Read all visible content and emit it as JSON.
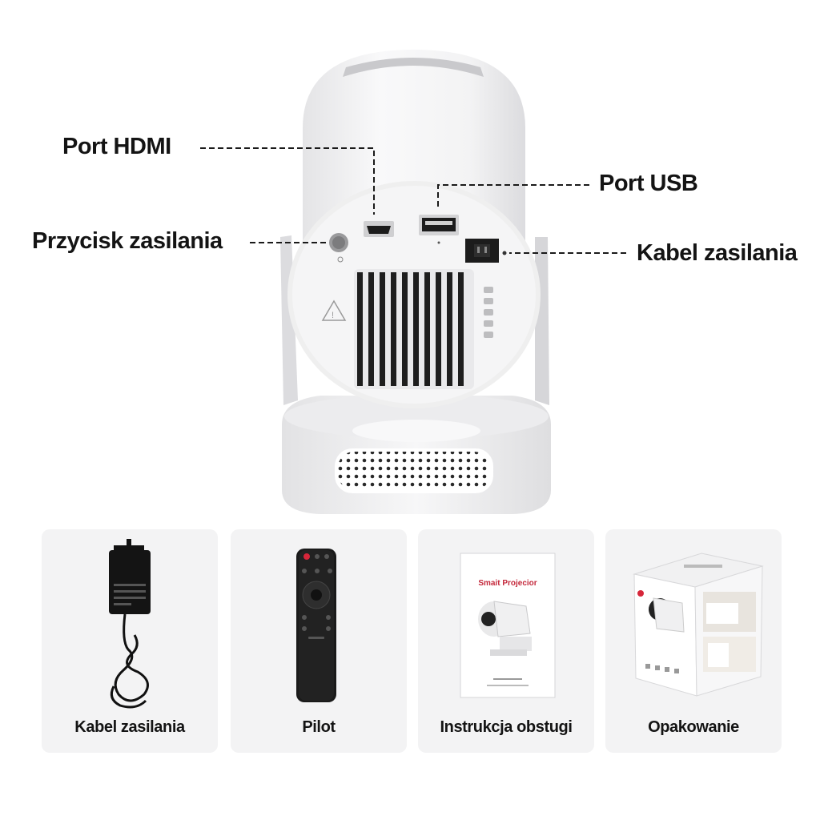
{
  "callouts": {
    "hdmi": "Port HDMI",
    "usb": "Port USB",
    "power_button": "Przycisk zasilania",
    "power_cable": "Kabel zasilania"
  },
  "accessories": [
    {
      "label": "Kabel zasilania",
      "icon": "power-adapter"
    },
    {
      "label": "Pilot",
      "icon": "remote-control"
    },
    {
      "label": "Instrukcja obstugi",
      "icon": "manual-booklet",
      "booklet_title": "Smait Projecior"
    },
    {
      "label": "Opakowanie",
      "icon": "product-box"
    }
  ],
  "colors": {
    "text": "#141414",
    "card_bg": "#f3f3f4",
    "accent_red": "#c4283b"
  }
}
